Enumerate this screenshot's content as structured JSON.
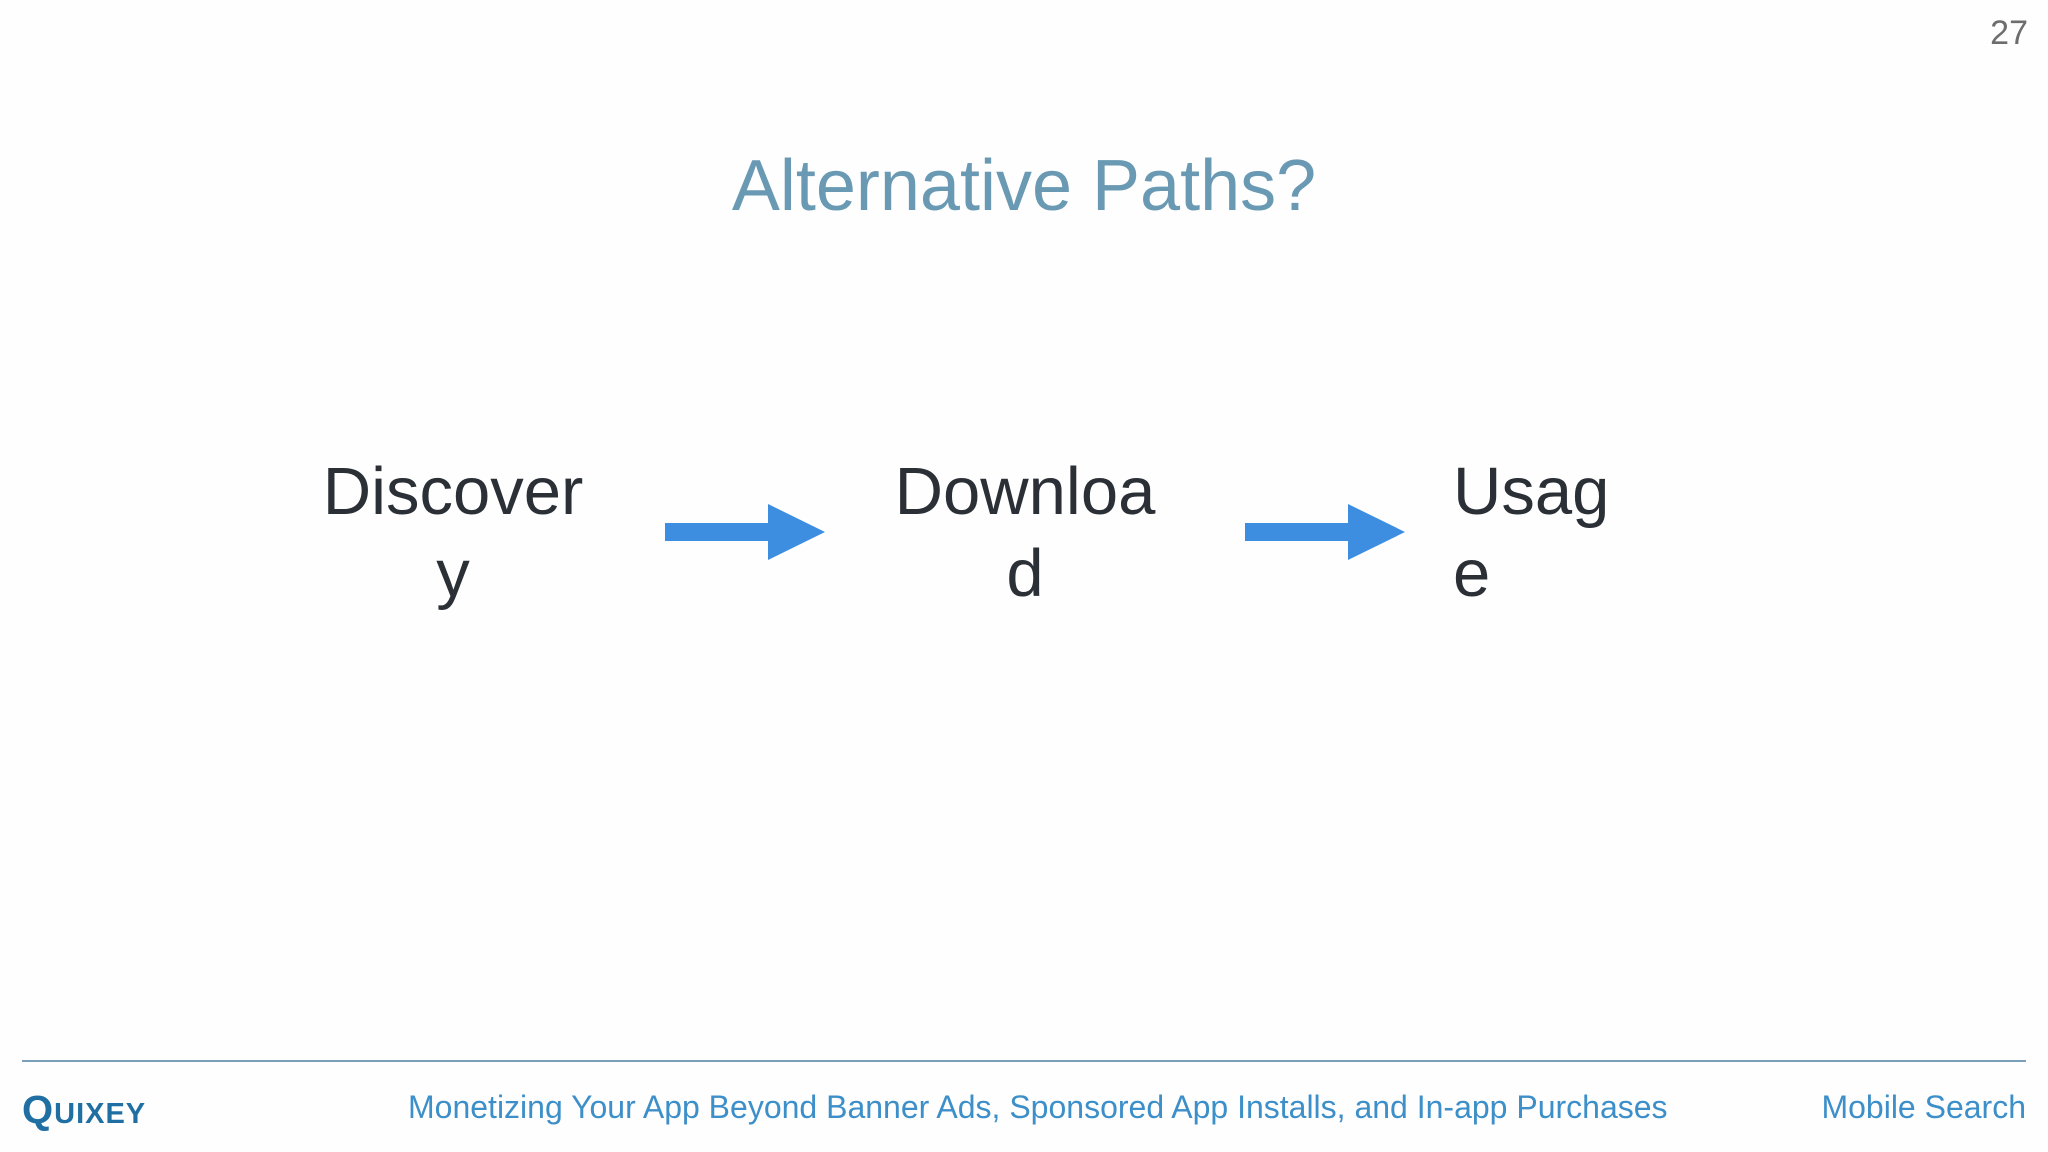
{
  "slide": {
    "page_number": "27",
    "title": "Alternative Paths?",
    "steps": [
      {
        "line1": "Discover",
        "line2": "y"
      },
      {
        "line1": "Downloa",
        "line2": "d"
      },
      {
        "line1": "Usag",
        "line2": "e"
      }
    ],
    "arrow_icon": "right-arrow-icon",
    "colors": {
      "title": "#6a9ab3",
      "arrow": "#3d8de0",
      "footer_text": "#3d8fc9",
      "logo": "#1f6fa3",
      "rule": "#7aa0b8"
    }
  },
  "footer": {
    "logo_first": "Q",
    "logo_rest": "UIXEY",
    "center_text": "Monetizing Your App Beyond Banner Ads, Sponsored App Installs, and In-app Purchases",
    "right_text": "Mobile Search"
  }
}
